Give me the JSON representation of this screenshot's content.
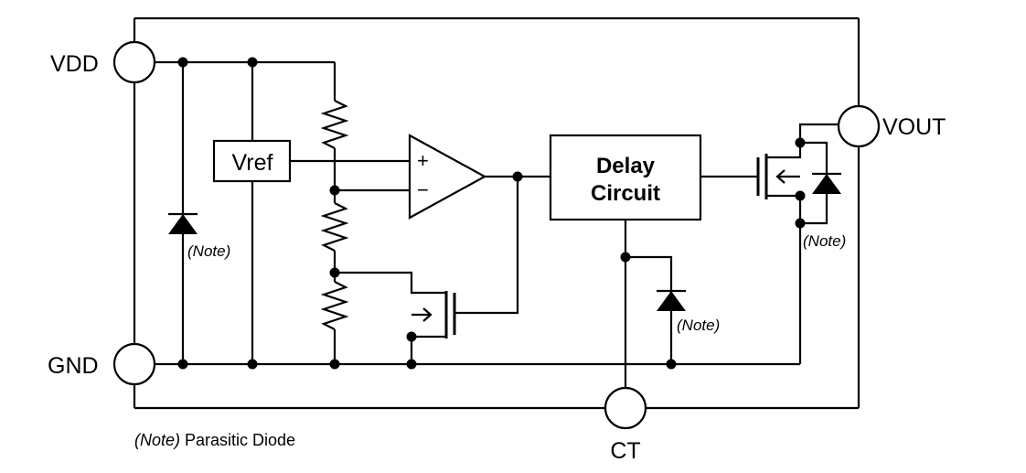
{
  "pins": {
    "vdd": "VDD",
    "gnd": "GND",
    "vout": "VOUT",
    "ct": "CT"
  },
  "blocks": {
    "vref": "Vref",
    "delay_line1": "Delay",
    "delay_line2": "Circuit"
  },
  "comparator": {
    "plus": "+",
    "minus": "−"
  },
  "notes": {
    "diode_note": "(Note)",
    "footnote_italic": "(Note)",
    "footnote_text": " Parasitic Diode"
  }
}
